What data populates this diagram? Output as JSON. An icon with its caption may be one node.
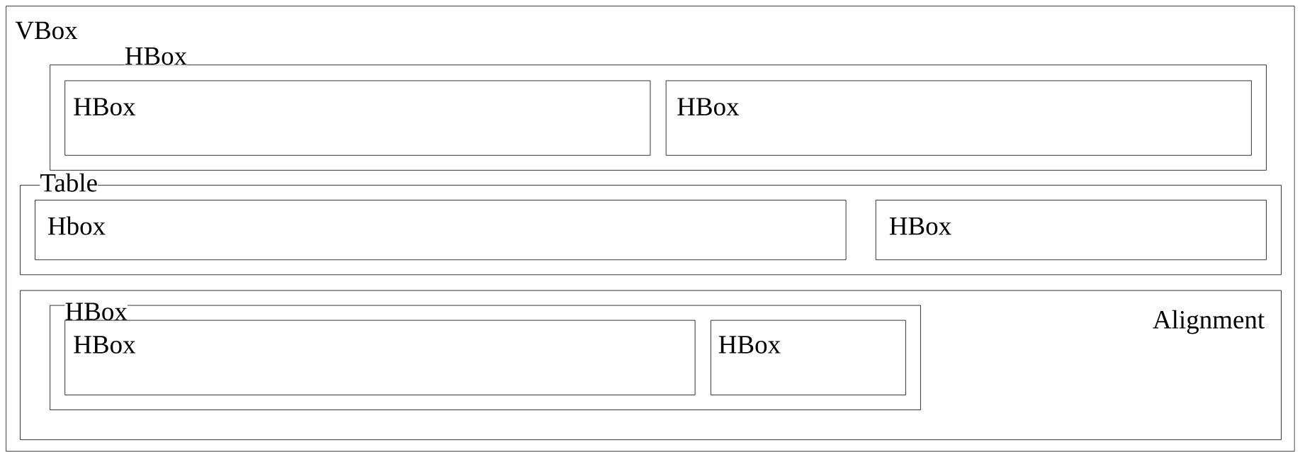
{
  "diagram": {
    "nodes": [
      {
        "text": [
          "VBox"
        ]
      },
      {
        "text": [
          "HBox"
        ],
        "in": 0
      },
      {
        "text": [
          "HBox"
        ],
        "in": 1
      },
      {
        "text": [
          "HBox"
        ],
        "in": 1
      },
      {
        "text": [
          "Table"
        ],
        "in": 0
      },
      {
        "text": [
          "Hbox"
        ],
        "in": 4
      },
      {
        "text": [
          "HBox"
        ],
        "in": 4
      },
      {
        "text": [
          "Alignment"
        ],
        "in": 0
      },
      {
        "text": [
          "HBox"
        ],
        "in": 7
      },
      {
        "text": [
          "HBox"
        ],
        "in": 8
      },
      {
        "text": [
          "HBox"
        ],
        "in": 8
      }
    ]
  }
}
